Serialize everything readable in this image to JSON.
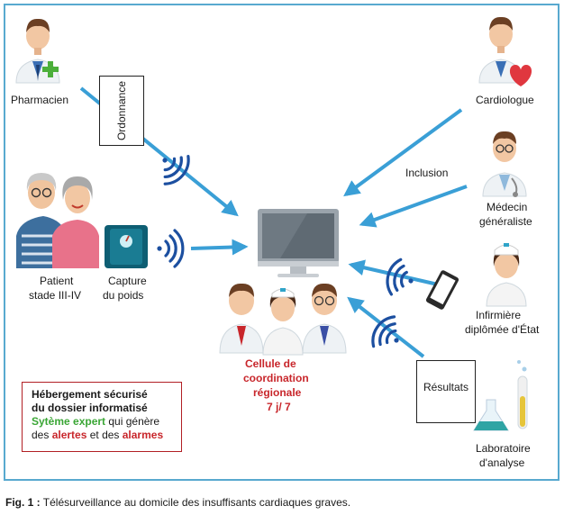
{
  "actors": {
    "pharmacien": "Pharmacien",
    "cardiologue": "Cardiologue",
    "medecin": [
      "Médecin",
      "généraliste"
    ],
    "patient": [
      "Patient",
      "stade III-IV"
    ],
    "capture": [
      "Capture",
      "du poids"
    ],
    "infirmiere": [
      "Infirmière",
      "diplômée d'État"
    ],
    "laboratoire": [
      "Laboratoire",
      "d'analyse"
    ]
  },
  "flows": {
    "ordonnance": "Ordonnance",
    "inclusion": "Inclusion",
    "resultats": "Résultats"
  },
  "center": {
    "lines": [
      "Cellule de",
      "coordination",
      "régionale",
      "7 j/ 7"
    ]
  },
  "legend": {
    "line1": "Hébergement sécurisé",
    "line2": "du dossier informatisé",
    "line3_green": "Sytème expert",
    "line3_rest": " qui génère",
    "line4_a": "des ",
    "line4_red1": "alertes",
    "line4_b": " et des ",
    "line4_red2": "alarmes"
  },
  "caption": {
    "label": "Fig. 1 :",
    "text": " Télésurveillance au domicile des insuffisants cardiaques graves."
  },
  "colors": {
    "arrow": "#3a9fd6",
    "accent_red": "#c8262b",
    "legend_green": "#3aa635",
    "frame": "#58a9cf"
  }
}
